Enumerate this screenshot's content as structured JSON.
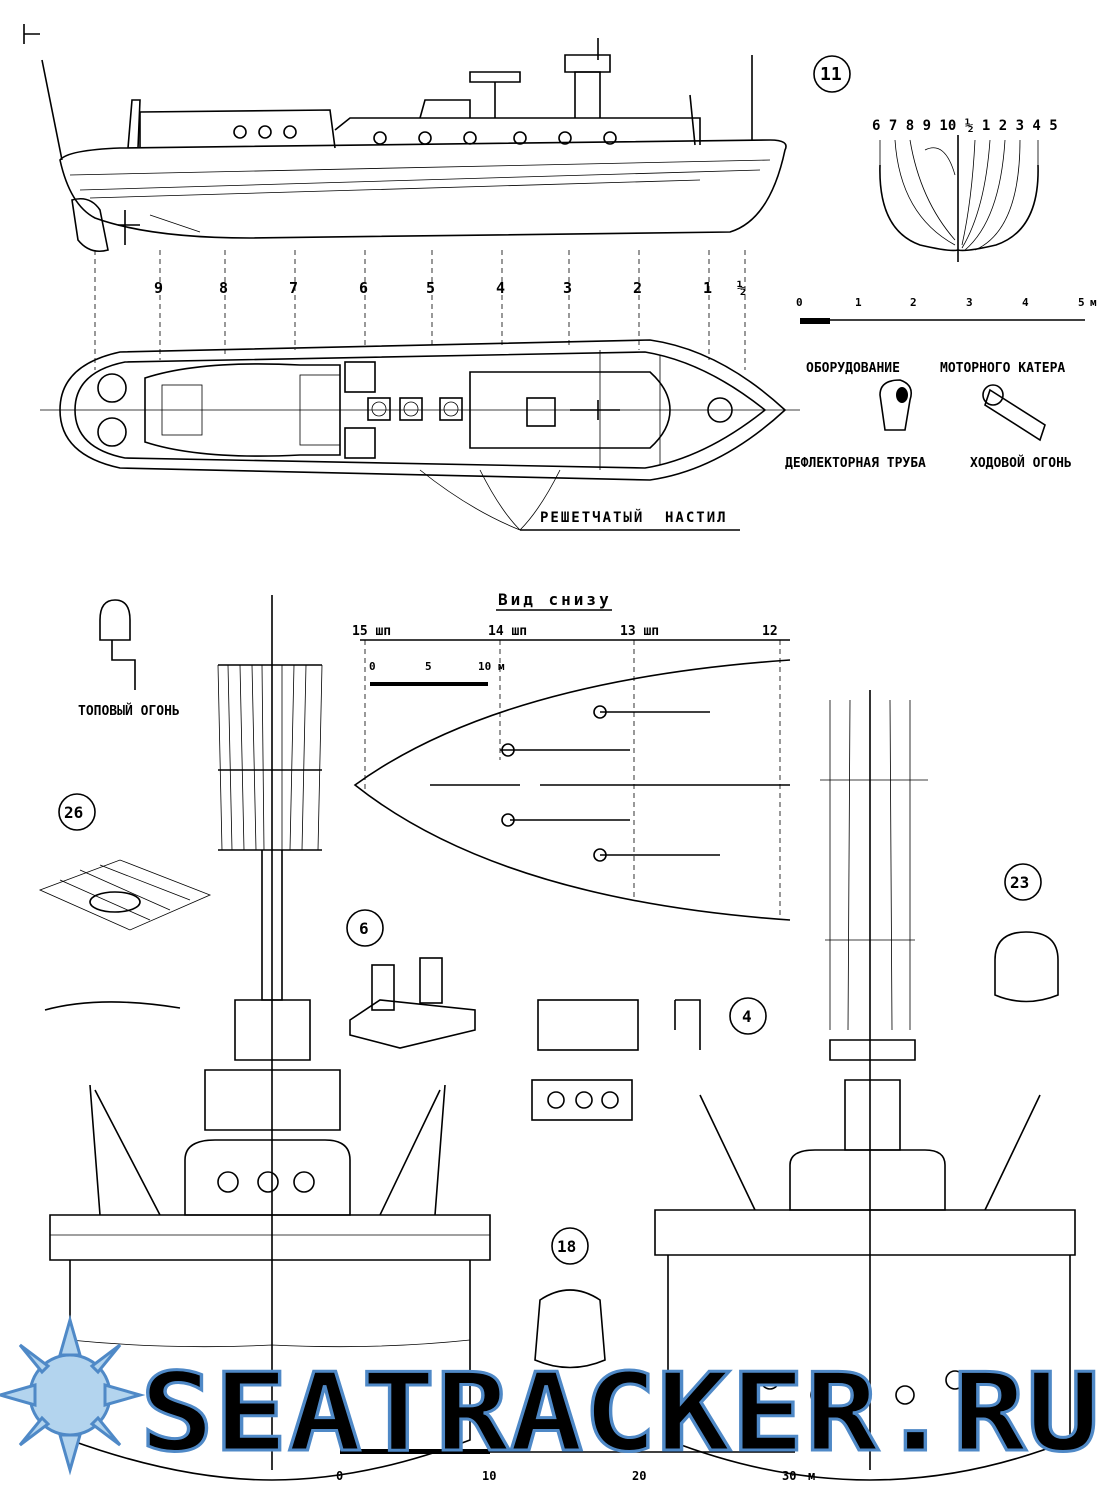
{
  "figure_numbers": {
    "n11": "11",
    "n26": "26",
    "n6": "6",
    "n4": "4",
    "n18": "18",
    "n23": "23"
  },
  "body_plan": {
    "left_stations": "6 7 8 9 10",
    "right_stations": "½ 1 2 3 4 5"
  },
  "station_marks": [
    "9",
    "8",
    "7",
    "6",
    "5",
    "4",
    "3",
    "2",
    "1",
    "½"
  ],
  "scale_boat": {
    "ticks": [
      "0",
      "1",
      "2",
      "3",
      "4",
      "5"
    ],
    "unit": "м"
  },
  "equipment": {
    "title_left": "ОБОРУДОВАНИЕ",
    "title_right": "МОТОРНОГО КАТЕРА",
    "item_1": "ДЕФЛЕКТОРНАЯ ТРУБА",
    "item_2": "ХОДОВОЙ ОГОНЬ"
  },
  "grating_label": {
    "word1": "РЕШЕТЧАТЫЙ",
    "word2": "НАСТИЛ"
  },
  "bottom_view": {
    "title": "Вид снизу",
    "frames": [
      "15 шп",
      "14 шп",
      "13 шп",
      "12"
    ],
    "scale_ticks": [
      "0",
      "5",
      "10"
    ],
    "scale_unit": "м"
  },
  "mast_light_label": "ТОПОВЫЙ ОГОНЬ",
  "main_scale": {
    "ticks": [
      "0",
      "10",
      "20",
      "30"
    ],
    "unit": "м"
  },
  "watermark": "SEATRACKER.RU",
  "colors": {
    "ink": "#000000",
    "paper": "#ffffff",
    "watermark_fill": "#b3d4ee",
    "watermark_stroke": "#4f89c7"
  }
}
